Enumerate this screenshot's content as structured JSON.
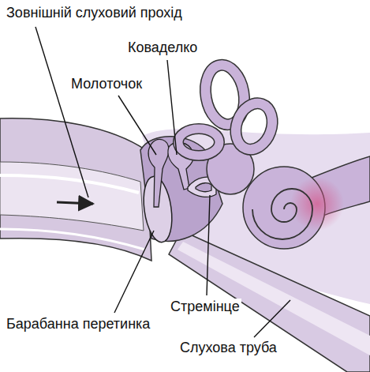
{
  "diagram": {
    "labels": [
      "Зовнішній слуховий прохід",
      "Коваделко",
      "Молоточок",
      "Стремінце",
      "Барабанна перетинка",
      "Слухова труба"
    ]
  }
}
